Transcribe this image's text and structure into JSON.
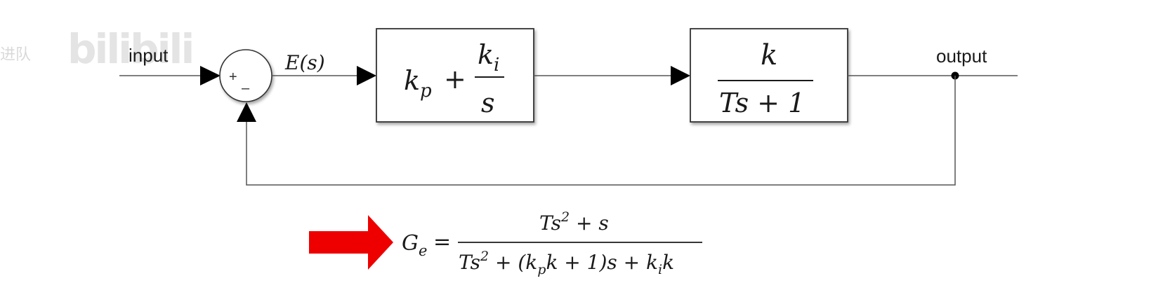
{
  "watermark": {
    "prefix": "进队",
    "brand": "bilibili"
  },
  "labels": {
    "input": "input",
    "output": "output",
    "error_signal": "E(s)"
  },
  "summing_junction": {
    "plus": "+",
    "minus": "–"
  },
  "pi_block": {
    "kp": "k",
    "kp_sub": "p",
    "plus": "+",
    "ki": "k",
    "ki_sub": "i",
    "den": "s"
  },
  "plant_block": {
    "num": "k",
    "den": "Ts + 1"
  },
  "formula": {
    "lhs": "G",
    "lhs_sub": "e",
    "eq": "=",
    "num": "Ts",
    "num_exp": "2",
    "num_tail": " + s",
    "den_a": "Ts",
    "den_exp": "2",
    "den_b": " + (k",
    "den_sub_p": "p",
    "den_c": "k + 1)s + k",
    "den_sub_i": "i",
    "den_d": "k"
  },
  "colors": {
    "arrow": "#ee0000",
    "line": "#555555",
    "box_fill": "#ffffff",
    "text": "#1a1a1a"
  }
}
